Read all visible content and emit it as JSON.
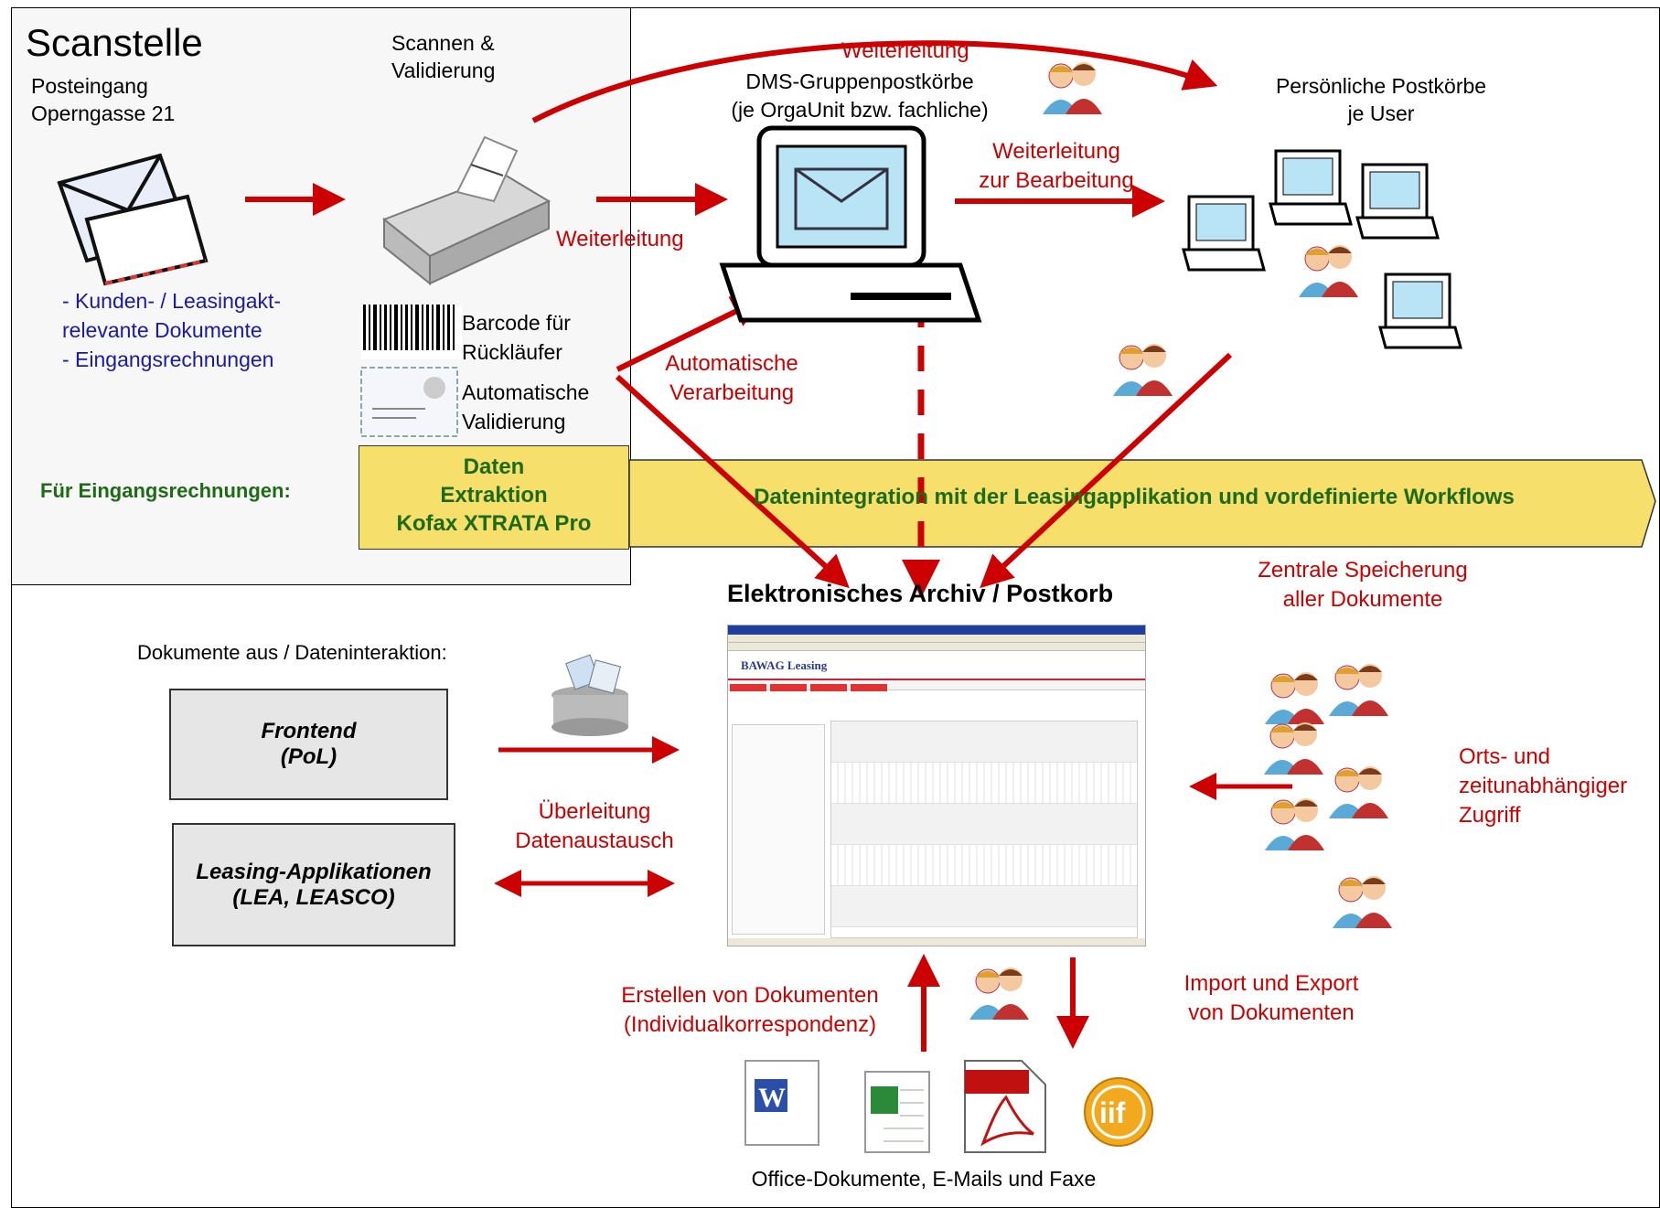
{
  "scanstelle": {
    "title": "Scanstelle",
    "posteingang": [
      "Posteingang",
      "Operngasse 21"
    ],
    "scannen": [
      "Scannen &",
      "Validierung"
    ],
    "documents": [
      "- Kunden- / Leasingakt-",
      "relevante Dokumente",
      "- Eingangsrechnungen"
    ],
    "barcode": [
      "Barcode für",
      "Rückläufer"
    ],
    "auto_valid": [
      "Automatische",
      "Validierung"
    ],
    "fuer_eingang": "Für Eingangsrechnungen:",
    "extraction": [
      "Daten",
      "Extraktion",
      "Kofax XTRATA Pro"
    ]
  },
  "flow": {
    "weiterleitung_top": "Weiterleitung",
    "weiterleitung_mid": "Weiterleitung",
    "dms": [
      "DMS-Gruppenpostkörbe",
      "(je OrgaUnit bzw. fachliche)"
    ],
    "weiterleitung_bearb": [
      "Weiterleitung",
      "zur Bearbeitung"
    ],
    "persoenlich": [
      "Persönliche Postkörbe",
      "je User"
    ],
    "automatische": [
      "Automatische",
      "Verarbeitung"
    ],
    "band": "Datenintegration mit der Leasingapplikation und vordefinierte Workflows"
  },
  "archive": {
    "title": "Elektronisches Archiv / Postkorb",
    "zentrale": [
      "Zentrale Speicherung",
      "aller Dokumente"
    ],
    "app_logo": "BAWAG Leasing"
  },
  "left": {
    "dokumente_aus": "Dokumente aus / Dateninteraktion:",
    "frontend": [
      "Frontend",
      "(PoL)"
    ],
    "leasing": [
      "Leasing-Applikationen",
      "(LEA, LEASCO)"
    ],
    "ueberleitung": [
      "Überleitung",
      "Datenaustausch"
    ]
  },
  "right": {
    "orts": [
      "Orts- und",
      "zeitunabhängiger",
      "Zugriff"
    ]
  },
  "bottom": {
    "erstellen": [
      "Erstellen von Dokumenten",
      "(Individualkorrespondenz)"
    ],
    "import": [
      "Import und Export",
      "von Dokumenten"
    ],
    "office": "Office-Dokumente, E-Mails und Faxe",
    "pdf_label": "PDF",
    "word_label": "W"
  },
  "colors": {
    "arrow": "#cc0000",
    "band": "#f7df6b",
    "green_text": "#1e6b16",
    "blue_text": "#1a1aa6"
  }
}
